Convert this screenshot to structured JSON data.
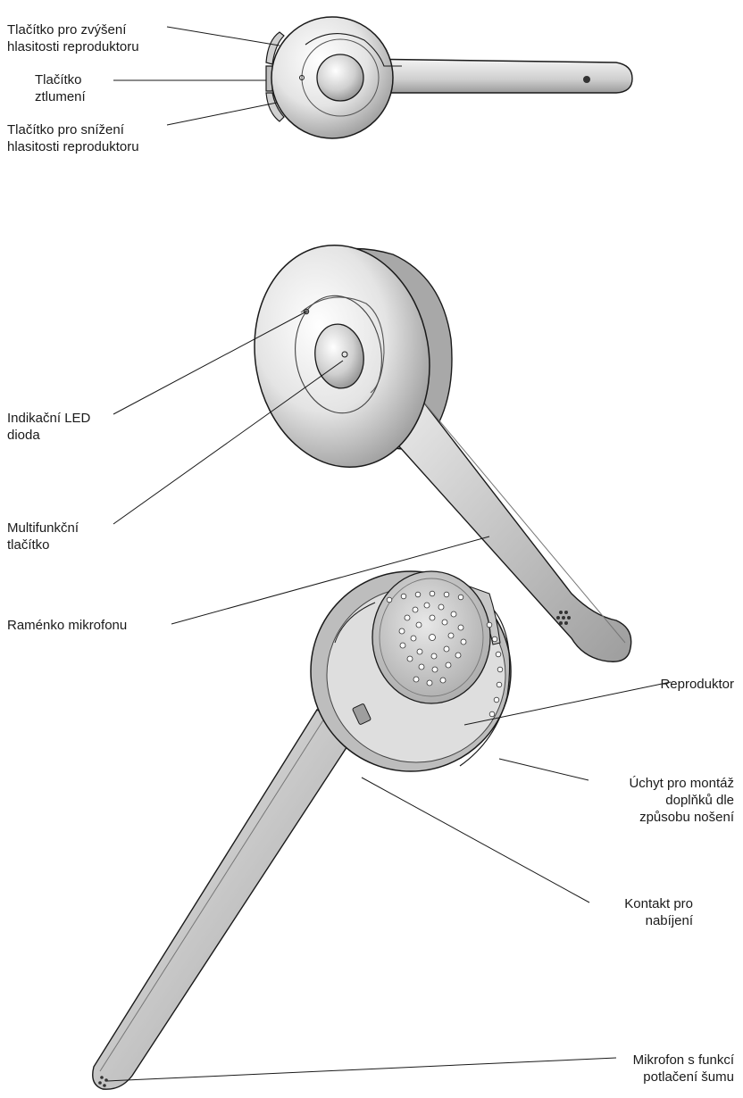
{
  "top_view": {
    "volume_up": [
      "Tlačítko pro zvýšení",
      "hlasitosti reproduktoru"
    ],
    "mute": [
      "Tlačítko",
      "ztlumení"
    ],
    "volume_down": [
      "Tlačítko pro snížení",
      "hlasitosti reproduktoru"
    ]
  },
  "front_view": {
    "led": [
      "Indikační LED",
      "dioda"
    ],
    "multifunction": [
      "Multifunkční",
      "tlačítko"
    ],
    "boom": [
      "Raménko mikrofonu"
    ]
  },
  "back_view": {
    "speaker": [
      "Reproduktor"
    ],
    "mount": [
      "Úchyt pro montáž",
      "doplňků dle",
      "způsobu nošení"
    ],
    "charging": [
      "Kontakt pro",
      "nabíjení"
    ],
    "microphone": [
      "Mikrofon s funkcí",
      "potlačení šumu"
    ]
  },
  "colors": {
    "line": "#1a1a1a",
    "body_light": "#f2f2f2",
    "body_mid": "#c9c9c9",
    "body_dark": "#8e8e8e"
  }
}
